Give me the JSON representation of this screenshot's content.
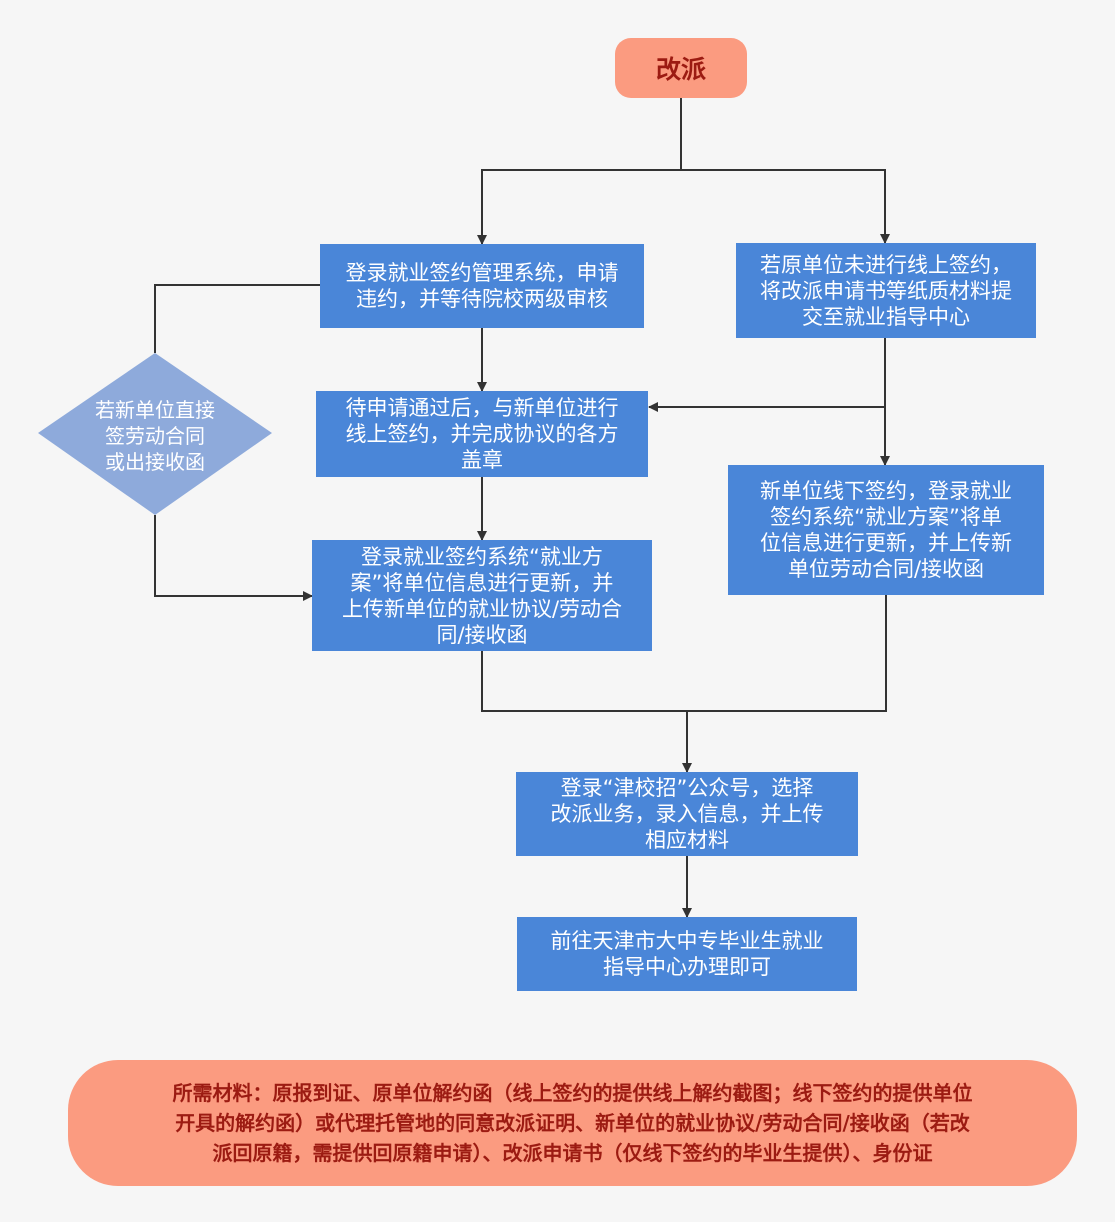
{
  "title": "改派",
  "steps": {
    "online_breach": "登录就业签约管理系统，申请\n违约，并等待院校两级审核",
    "paper_submit": "若原单位未进行线上签约，\n将改派申请书等纸质材料提\n交至就业指导中心",
    "online_sign": "待申请通过后，与新单位进行\n线上签约，并完成协议的各方\n盖章",
    "update_online": "登录就业签约系统“就业方\n案”将单位信息进行更新，并\n上传新单位的就业协议/劳动合\n同/接收函",
    "offline_update": "新单位线下签约，登录就业\n签约系统“就业方案”将单\n位信息进行更新，并上传新\n单位劳动合同/接收函",
    "wechat": "登录“津校招”公众号，选择\n改派业务，录入信息，并上传\n相应材料",
    "final": "前往天津市大中专毕业生就业\n指导中心办理即可"
  },
  "decision": "若新单位直接\n签劳动合同\n或出接收函",
  "note": "所需材料：原报到证、原单位解约函（线上签约的提供线上解约截图；线下签约的提供单位\n开具的解约函）或代理托管地的同意改派证明、新单位的就业协议/劳动合同/接收函（若改\n派回原籍，需提供回原籍申请）、改派申请书（仅线下签约的毕业生提供）、身份证",
  "colors": {
    "box": "#4a86d8",
    "diamond": "#8eaadb",
    "terminal": "#fb9b80",
    "terminal_text": "#9c1b12",
    "line": "#333333"
  }
}
